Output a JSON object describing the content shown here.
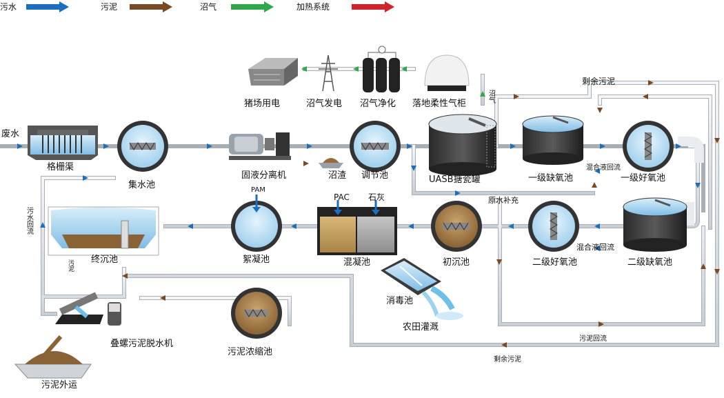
{
  "legend": [
    {
      "label": "污水",
      "color": "#1b6fc1"
    },
    {
      "label": "污泥",
      "color": "#7b4a22"
    },
    {
      "label": "沼气",
      "color": "#2fa84a"
    },
    {
      "label": "加热系统",
      "color": "#d3222a"
    }
  ],
  "units": {
    "wastewater": "废水",
    "screen": "格栅渠",
    "collection": "集水池",
    "separator": "固液分离机",
    "residue": "沼渣",
    "regulating": "调节池",
    "uasb": "UASB搪瓷罐",
    "anoxic1": "一级缺氧池",
    "aerobic1": "一级好氧池",
    "pig_power": "猪场用电",
    "biogas_power": "沼气发电",
    "biogas_purify": "沼气净化",
    "gas_holder": "落地柔性气柜",
    "final_settling": "终沉池",
    "flocculation": "絮凝池",
    "coagulation": "混凝池",
    "primary_settling": "初沉池",
    "aerobic2": "二级好氧池",
    "anoxic2": "二级缺氧池",
    "disinfection": "消毒池",
    "irrigation": "农田灌溉",
    "dewater": "叠螺污泥脱水机",
    "thickening": "污泥浓缩池",
    "sludge_out": "污泥外运"
  },
  "flow_labels": {
    "excess_sludge_top": "剩余污泥",
    "excess_sludge_bottom": "剩余污泥",
    "biogas_vertical": "沼气",
    "mixed_return_1": "混合液回流",
    "mixed_return_2": "混合液回流",
    "raw_supplement": "原水补充",
    "sludge_return": "污泥回流",
    "sewage_return": "污水回流",
    "sludge_vertical": "污泥",
    "pam": "PAM",
    "pac": "PAC",
    "lime": "石灰"
  }
}
